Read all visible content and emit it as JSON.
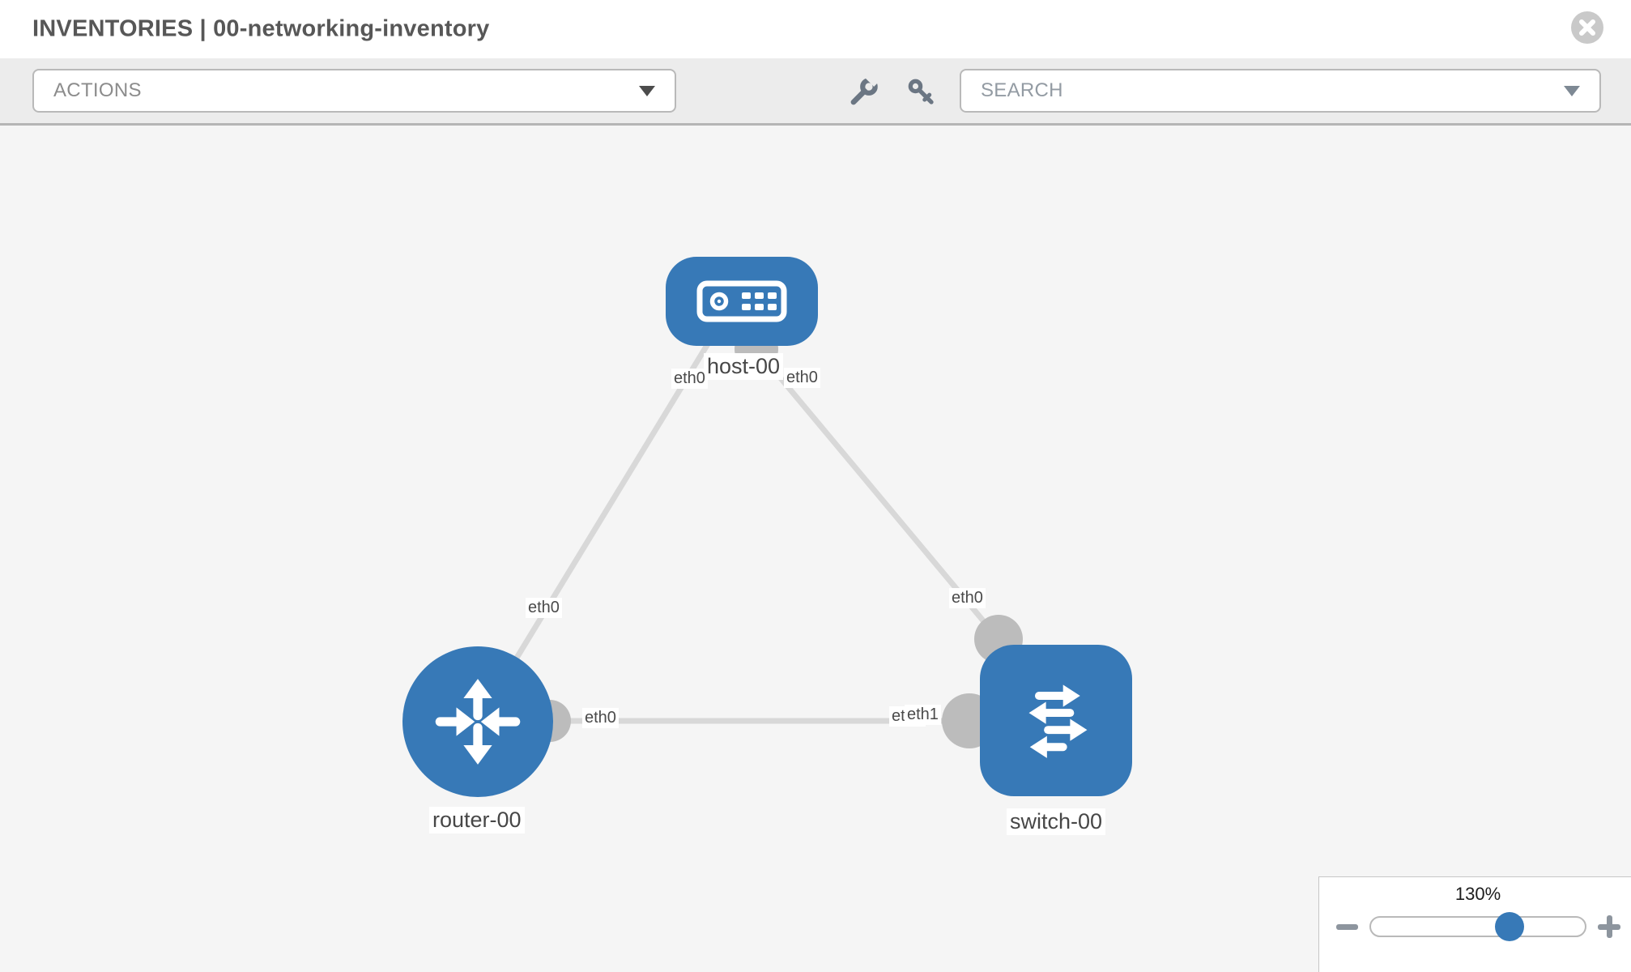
{
  "header": {
    "title": "INVENTORIES | 00-networking-inventory"
  },
  "toolbar": {
    "actions_dropdown": {
      "label": "ACTIONS"
    },
    "search_dropdown": {
      "placeholder": "SEARCH"
    }
  },
  "icons": {
    "close": "circle-x",
    "wrench": "wrench",
    "key": "key",
    "actions_caret": "triangle-down",
    "search_caret": "triangle-down",
    "zoom_out": "minus",
    "zoom_in": "plus"
  },
  "topology": {
    "nodes": [
      {
        "label": "host-00",
        "type": "host"
      },
      {
        "label": "router-00",
        "type": "router"
      },
      {
        "label": "switch-00",
        "type": "switch"
      }
    ],
    "links": [
      {
        "from": "host-00",
        "from_interface": "eth0",
        "to": "router-00",
        "to_interface": "eth0"
      },
      {
        "from": "host-00",
        "from_interface": "eth0",
        "to": "switch-00",
        "to_interface": "eth0"
      },
      {
        "from": "router-00",
        "from_interface": "eth0",
        "to": "switch-00",
        "to_interface": "eth1",
        "to_interface_underlay": "eth0"
      }
    ]
  },
  "zoom_control": {
    "level": "130%"
  },
  "colors": {
    "node_blue": "#3779b7",
    "link_gray": "#d8d8d8",
    "connector_gray": "#bcbcbc",
    "toolbar_bg": "#ececec",
    "canvas_bg": "#f5f5f5",
    "thumb_blue": "#3779b7"
  }
}
